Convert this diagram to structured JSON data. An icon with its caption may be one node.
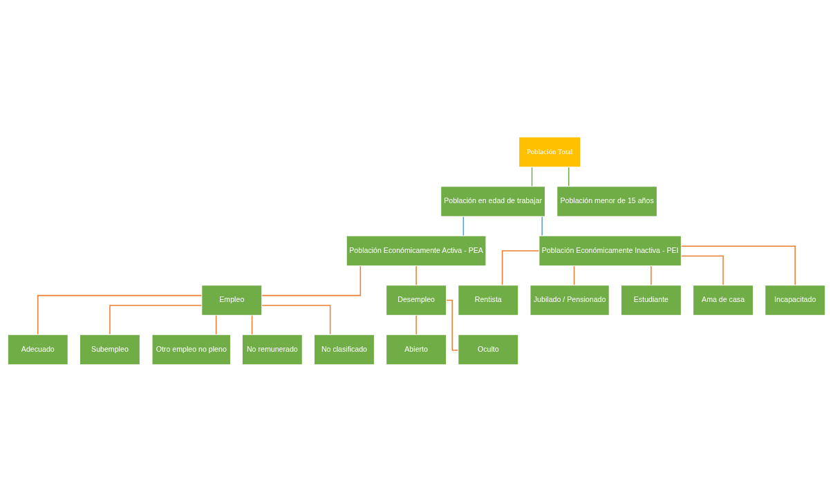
{
  "diagram": {
    "nodes": [
      {
        "text": [
          "Población Total"
        ]
      },
      {
        "text": [
          "Población en edad de trabajar"
        ]
      },
      {
        "text": [
          "Población menor de 15 años"
        ]
      },
      {
        "text": [
          "Población Económicamente Activa - PEA"
        ]
      },
      {
        "text": [
          "Población Económicamente Inactiva - PEI"
        ]
      },
      {
        "text": [
          "Empleo"
        ]
      },
      {
        "text": [
          "Desempleo"
        ]
      },
      {
        "text": [
          "Adecuado"
        ]
      },
      {
        "text": [
          "Subempleo"
        ]
      },
      {
        "text": [
          "Otro empleo no pleno"
        ]
      },
      {
        "text": [
          "No remunerado"
        ]
      },
      {
        "text": [
          "No clasificado"
        ]
      },
      {
        "text": [
          "Abierto"
        ]
      },
      {
        "text": [
          "Oculto"
        ]
      },
      {
        "text": [
          "Rentista"
        ]
      },
      {
        "text": [
          "Jubilado / Pensionado"
        ]
      },
      {
        "text": [
          "Estudiante"
        ]
      },
      {
        "text": [
          "Ama de casa"
        ]
      },
      {
        "text": [
          "Incapacitado"
        ]
      }
    ],
    "edges": [
      {
        "from": 0,
        "to": 1,
        "arrow": "none",
        "color": "#70ad47"
      },
      {
        "from": 0,
        "to": 2,
        "arrow": "none",
        "color": "#70ad47"
      },
      {
        "from": 1,
        "to": 3,
        "arrow": "none",
        "color": "#5b9bd5"
      },
      {
        "from": 1,
        "to": 4,
        "arrow": "none",
        "color": "#5b9bd5"
      },
      {
        "from": 3,
        "to": 5,
        "arrow": "none"
      },
      {
        "from": 3,
        "to": 6,
        "arrow": "none"
      },
      {
        "from": 5,
        "to": 7,
        "arrow": "none"
      },
      {
        "from": 5,
        "to": 8,
        "arrow": "none"
      },
      {
        "from": 5,
        "to": 9,
        "arrow": "none"
      },
      {
        "from": 5,
        "to": 10,
        "arrow": "none"
      },
      {
        "from": 5,
        "to": 11,
        "arrow": "none"
      },
      {
        "from": 6,
        "to": 12,
        "arrow": "none"
      },
      {
        "from": 6,
        "to": 13,
        "arrow": "none"
      },
      {
        "from": 4,
        "to": 14,
        "arrow": "none"
      },
      {
        "from": 4,
        "to": 15,
        "arrow": "none"
      },
      {
        "from": 4,
        "to": 16,
        "arrow": "none"
      },
      {
        "from": 4,
        "to": 17,
        "arrow": "none"
      },
      {
        "from": 4,
        "to": 18,
        "arrow": "none"
      }
    ]
  }
}
